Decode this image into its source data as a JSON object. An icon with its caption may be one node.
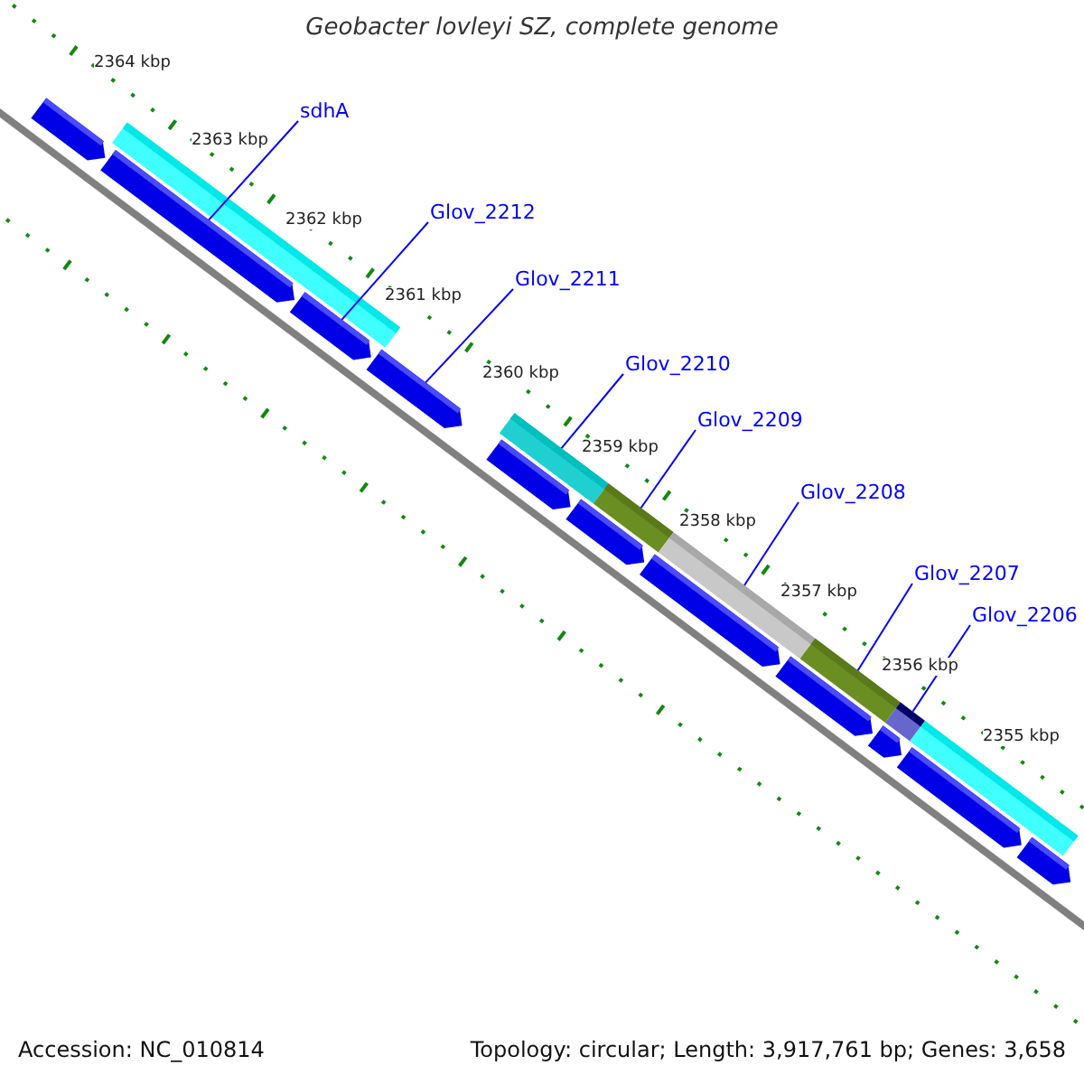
{
  "diagram": {
    "title": "Geobacter lovleyi SZ, complete genome",
    "nodes": [
      {
        "text": [],
        "shape": "bar"
      },
      {
        "text": [],
        "shape": "bar"
      },
      {
        "text": [],
        "shape": "bar"
      },
      {
        "text": [],
        "shape": "bar"
      },
      {
        "text": [],
        "shape": "bar"
      },
      {
        "text": [],
        "shape": "bar"
      },
      {
        "text": [],
        "shape": "bar"
      },
      {
        "text": [],
        "shape": "bar"
      },
      {
        "text": [],
        "shape": "bar"
      },
      {
        "text": [],
        "shape": "bar"
      },
      {
        "text": [],
        "shape": "bar"
      },
      {
        "text": [],
        "shape": "bar"
      },
      {
        "text": [],
        "shape": "bar"
      },
      {
        "text": [],
        "shape": "bar"
      },
      {
        "text": [],
        "shape": "bar"
      },
      {
        "text": [],
        "shape": "bar"
      },
      {
        "text": [],
        "shape": "bar"
      },
      {
        "text": [],
        "shape": "bar"
      },
      {
        "text": [
          "sdhA"
        ]
      },
      {
        "text": [
          "Glov_2212"
        ]
      },
      {
        "text": [
          "Glov_2211"
        ]
      },
      {
        "text": [
          "Glov_2210"
        ]
      },
      {
        "text": [
          "Glov_2209"
        ]
      },
      {
        "text": [
          "Glov_2208"
        ]
      },
      {
        "text": [
          "Glov_2207"
        ]
      },
      {
        "text": [
          "Glov_2206"
        ]
      }
    ],
    "edges": [
      {
        "from": 18,
        "to": 8,
        "arrow": "none"
      },
      {
        "from": 19,
        "to": 9,
        "arrow": "none"
      },
      {
        "from": 20,
        "to": 10,
        "arrow": "none"
      },
      {
        "from": 21,
        "to": 1,
        "arrow": "none"
      },
      {
        "from": 22,
        "to": 2,
        "arrow": "none"
      },
      {
        "from": 23,
        "to": 3,
        "arrow": "none"
      },
      {
        "from": 24,
        "to": 4,
        "arrow": "none"
      },
      {
        "from": 25,
        "to": 5,
        "arrow": "none"
      }
    ],
    "labels": [
      "2364 kbp",
      "2363 kbp",
      "2362 kbp",
      "2361 kbp",
      "2360 kbp",
      "2359 kbp",
      "2358 kbp",
      "2357 kbp",
      "2356 kbp",
      "2355 kbp",
      "Accession: NC_010814",
      "Topology: circular; Length: 3,917,761 bp; Genes: 3,658"
    ]
  }
}
